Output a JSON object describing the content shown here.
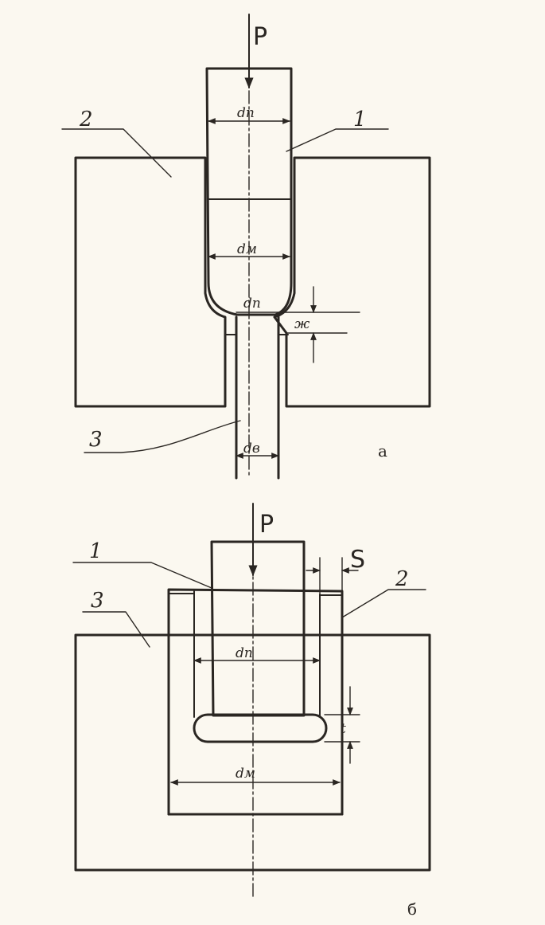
{
  "figure_a": {
    "force": "P",
    "label_punch": "1",
    "label_die": "2",
    "label_product": "3",
    "dim_punch": "dп",
    "dim_mid": "dм",
    "dim_neck": "dп",
    "dim_out": "dв",
    "dim_offset": "ж",
    "caption": "а"
  },
  "figure_b": {
    "force": "P",
    "label_punch": "1",
    "label_blank": "2",
    "label_die": "3",
    "dim_gap": "S",
    "dim_punch": "dп",
    "dim_die": "dм",
    "dim_thickness": "t",
    "caption": "б"
  }
}
